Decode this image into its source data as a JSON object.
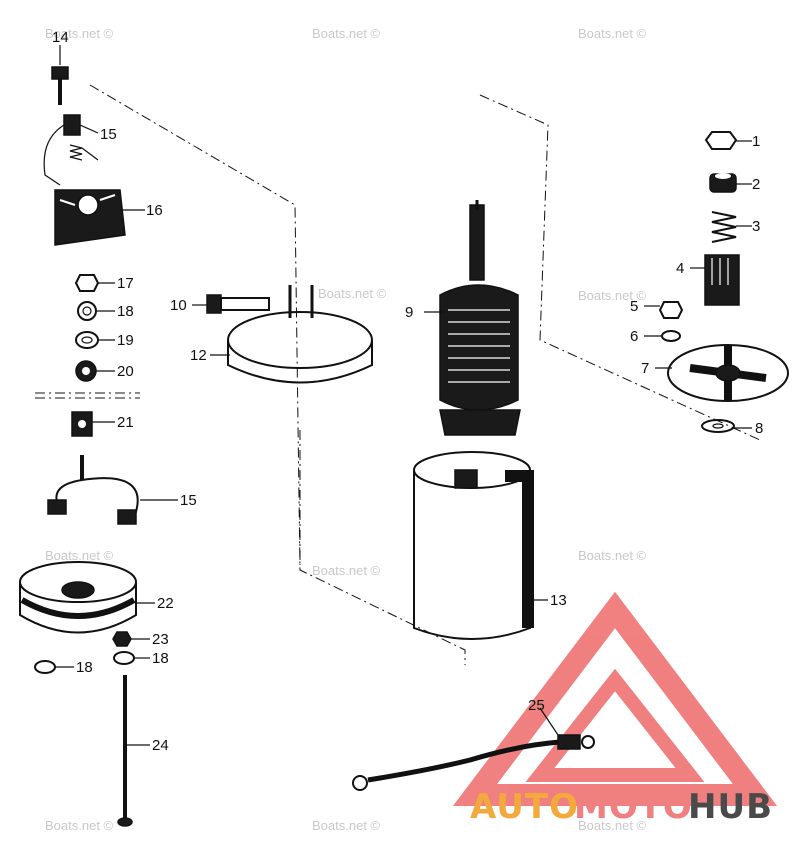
{
  "watermark_text": "Boats.net ©",
  "brand": {
    "part1": "AUTO",
    "part2": "MOTO",
    "part3": "HUB",
    "color1": "#f4a93c",
    "color2": "#f08080",
    "color3": "#4a4a4a",
    "logo_color": "#ee6a6a"
  },
  "callouts": [
    {
      "num": "1"
    },
    {
      "num": "2"
    },
    {
      "num": "3"
    },
    {
      "num": "4"
    },
    {
      "num": "5"
    },
    {
      "num": "6"
    },
    {
      "num": "7"
    },
    {
      "num": "8"
    },
    {
      "num": "9"
    },
    {
      "num": "10"
    },
    {
      "num": "12"
    },
    {
      "num": "13"
    },
    {
      "num": "14"
    },
    {
      "num": "15"
    },
    {
      "num": "16"
    },
    {
      "num": "17"
    },
    {
      "num": "18"
    },
    {
      "num": "19"
    },
    {
      "num": "20"
    },
    {
      "num": "21"
    },
    {
      "num": "15"
    },
    {
      "num": "22"
    },
    {
      "num": "23"
    },
    {
      "num": "18"
    },
    {
      "num": "18"
    },
    {
      "num": "24"
    },
    {
      "num": "25"
    }
  ]
}
